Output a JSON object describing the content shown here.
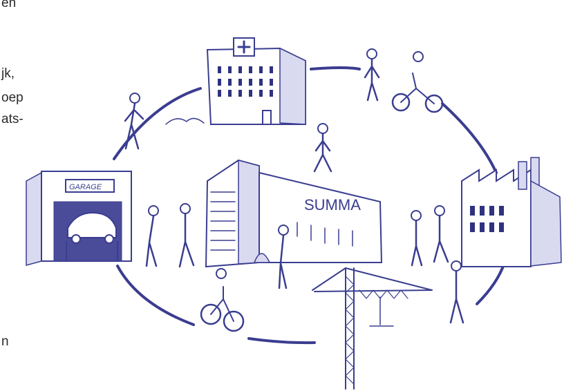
{
  "text_fragments": {
    "line1": "en",
    "line2_emphasis": "jk",
    "line2_comma": ",",
    "line3": "oep",
    "line4": "ats-",
    "line5": "n"
  },
  "signs": {
    "garage": "GARAGE",
    "summa": "SUMMA"
  },
  "colors": {
    "ink": "#3a3d8f",
    "accent_text": "#3c3c8c",
    "shading": "#d9daf0"
  }
}
